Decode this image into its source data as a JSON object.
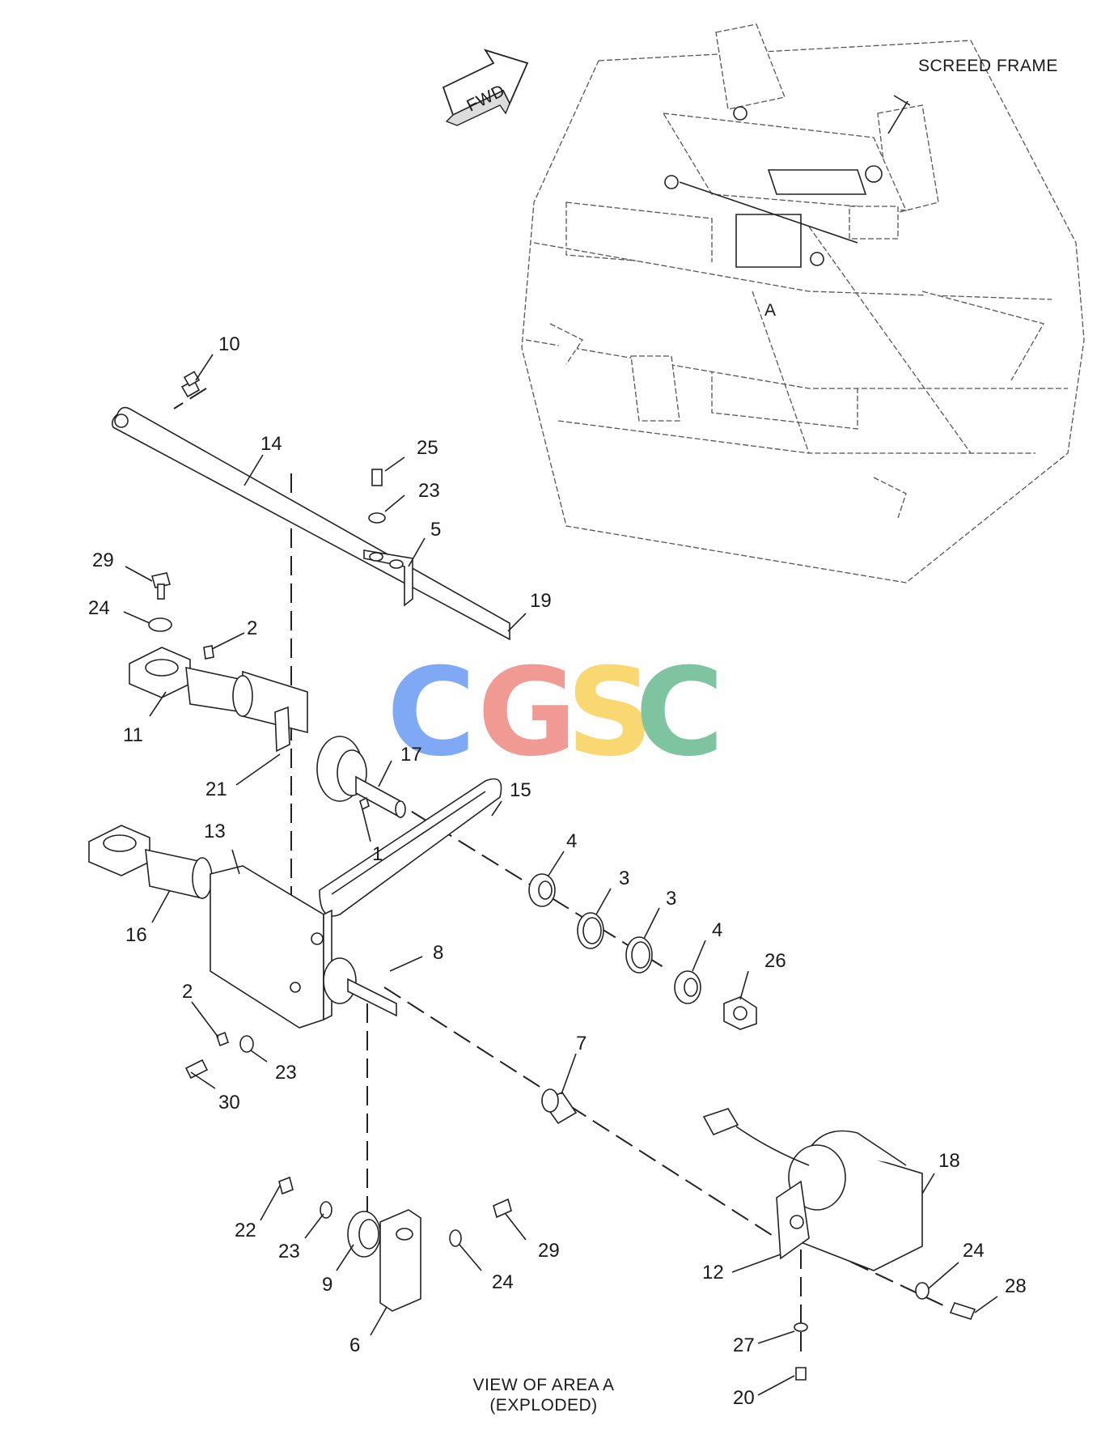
{
  "labels": {
    "screed_frame": "SCREED FRAME",
    "fwd": "FWD",
    "area": "A",
    "view_line1": "VIEW OF AREA A",
    "view_line2": "(EXPLODED)"
  },
  "watermark": {
    "letters": [
      "C",
      "G",
      "S",
      "C"
    ],
    "colors": [
      "#7fa9f5",
      "#f19a94",
      "#f9d872",
      "#7ec4a0"
    ]
  },
  "callouts": {
    "c10": "10",
    "c14": "14",
    "c25": "25",
    "c23a": "23",
    "c5": "5",
    "c19": "19",
    "c29a": "29",
    "c24a": "24",
    "c2a": "2",
    "c11": "11",
    "c21": "21",
    "c17": "17",
    "c15": "15",
    "c1": "1",
    "c13": "13",
    "c16": "16",
    "c4a": "4",
    "c3a": "3",
    "c3b": "3",
    "c4b": "4",
    "c26": "26",
    "c8": "8",
    "c2b": "2",
    "c23b": "23",
    "c30": "30",
    "c7": "7",
    "c18": "18",
    "c22": "22",
    "c23c": "23",
    "c9": "9",
    "c29b": "29",
    "c24b": "24",
    "c6": "6",
    "c12": "12",
    "c24c": "24",
    "c28": "28",
    "c27": "27",
    "c20": "20"
  }
}
